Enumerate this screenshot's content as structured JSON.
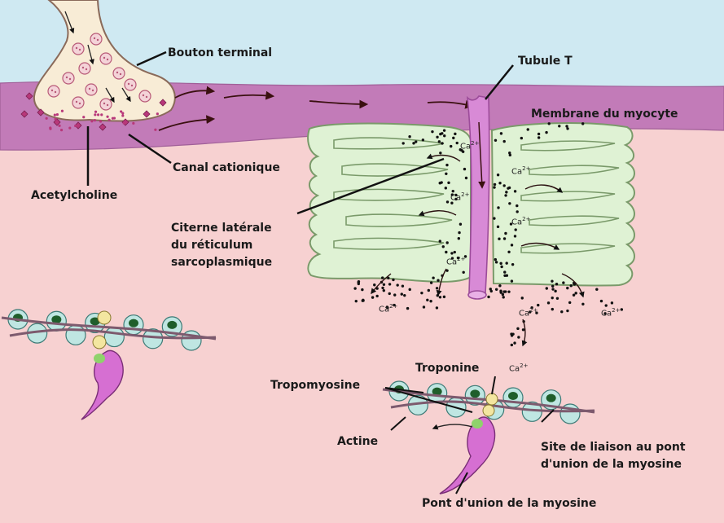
{
  "labels": {
    "bouton_terminal": "Bouton terminal",
    "tubule_t": "Tubule T",
    "membrane_myocyte": "Membrane du myocyte",
    "canal_cationique": "Canal cationique",
    "acetylcholine": "Acetylcholine",
    "citerne_line1": "Citerne latérale",
    "citerne_line2": "du réticulum",
    "citerne_line3": "sarcoplasmique",
    "troponine": "Troponine",
    "tropomyosine": "Tropomyosine",
    "actine": "Actine",
    "site_line1": "Site de liaison au pont",
    "site_line2": "d'union de la myosine",
    "pont_union": "Pont d'union de la myosine"
  },
  "ion": {
    "base": "Ca",
    "charge": "2+"
  },
  "colors": {
    "extracellular": "#cfe9f2",
    "membrane": "#c27bb8",
    "cytoplasm": "#f7d1d1",
    "reticulum_fill": "#dff2d4",
    "reticulum_stroke": "#7a9a6a",
    "tubule": "#d88ad6",
    "actin_bead": "#bfe6e2",
    "troponin_dark": "#1f5e2b",
    "troponin": "#f3e6a0",
    "myosin": "#d66fd2"
  }
}
